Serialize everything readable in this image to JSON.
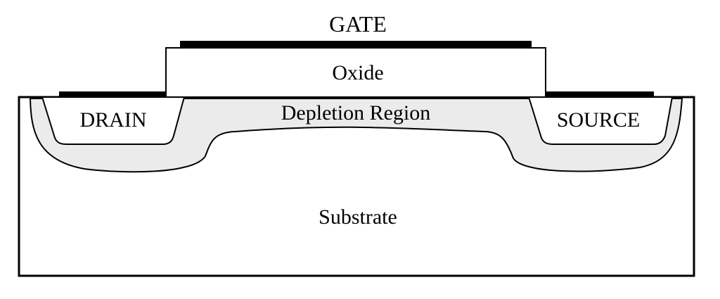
{
  "labels": {
    "gate": "GATE",
    "oxide": "Oxide",
    "depletion": "Depletion Region",
    "drain": "DRAIN",
    "source": "SOURCE",
    "substrate": "Substrate"
  },
  "colors": {
    "stroke": "#000000",
    "depletion_fill": "#ebebeb",
    "background": "#ffffff",
    "contact": "#000000"
  }
}
